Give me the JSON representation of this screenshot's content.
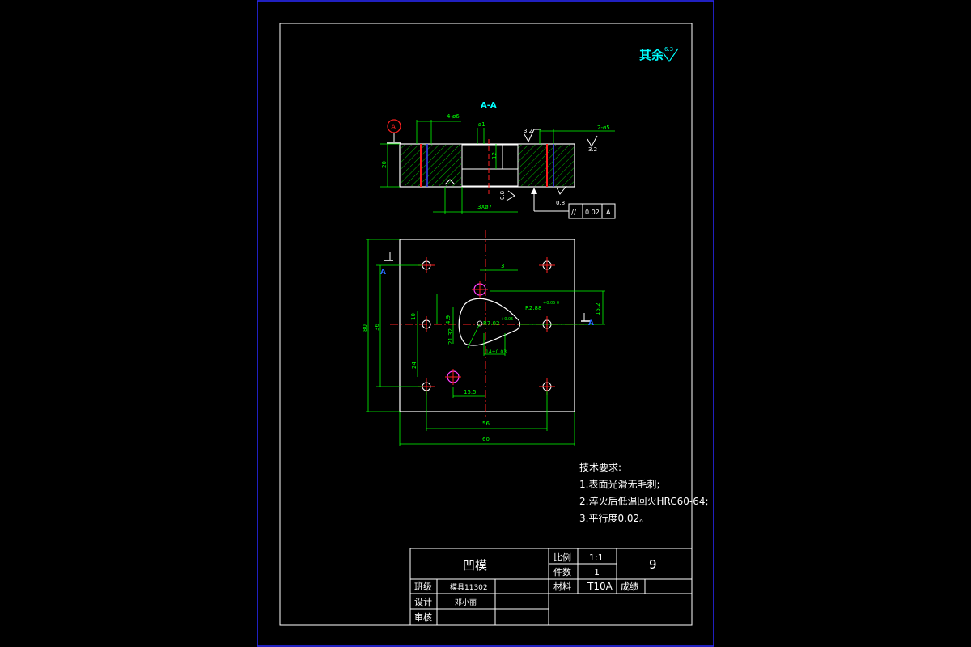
{
  "view_label": "A-A",
  "datum_label": "A",
  "section_marker": "A",
  "roughness_note": {
    "prefix": "其余",
    "value": "6.3"
  },
  "section_dims": {
    "hole_a": "4-ø6",
    "hole_b": "ø1",
    "dim_12": "12",
    "dim_20": "20",
    "thread": "3Xø7",
    "rough_32a": "3.2",
    "rough_32b": "3.2",
    "rough_08a": "0.8",
    "rough_08b": "0.8",
    "hole_c": "2-ø5"
  },
  "tolerance_frame": {
    "symbol": "//",
    "value": "0.02",
    "datum": "A"
  },
  "plan_dims": {
    "d3": "3",
    "r2": "R2.88",
    "r2_tol": "+0.05\n0",
    "r7": "R7.02",
    "r7_tol": "+0.05",
    "dim_10": "10",
    "dim_48": "4.9",
    "dim_2132": "21.32",
    "dim_24": "24",
    "dim_152": "15.2",
    "dim_155": "15.5",
    "dim_56": "56",
    "dim_60": "60",
    "dim_36": "36",
    "dim_80": "80",
    "dim_inner": "14±0.03"
  },
  "tech_requirements": {
    "title": "技术要求:",
    "items": [
      "1.表面光滑无毛刺;",
      "2.淬火后低温回火HRC60-64;",
      "3.平行度0.02。"
    ]
  },
  "title_block": {
    "part_name": "凹模",
    "scale_label": "比例",
    "scale_value": "1:1",
    "qty_label": "件数",
    "qty_value": "1",
    "material_label": "材料",
    "material_value": "T10A",
    "grade_label": "成绩",
    "sheet_number": "9",
    "class_label": "班级",
    "class_value": "模具11302",
    "design_label": "设计",
    "design_value": "邓小丽",
    "review_label": "审核"
  }
}
